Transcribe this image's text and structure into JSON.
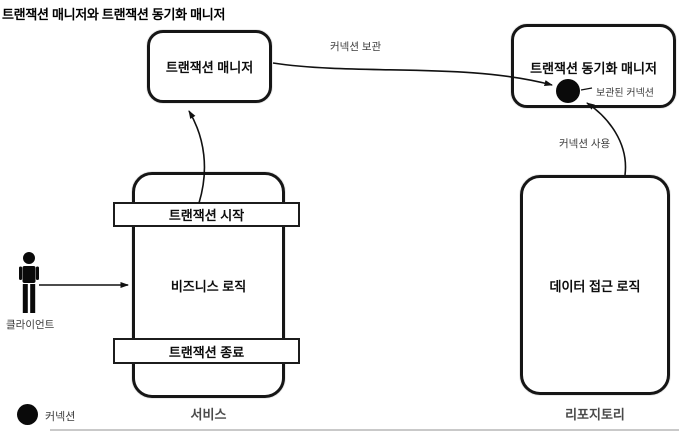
{
  "title": "트랜잭션 매니저와 트랜잭션 동기화 매니저",
  "colors": {
    "ink": "#111111",
    "annotation": "#3d3d3d",
    "caption": "#4a4a4a",
    "background": "#ffffff"
  },
  "nodes": {
    "tx_manager": {
      "label": "트랜잭션 매니저"
    },
    "sync_manager": {
      "label": "트랜잭션 동기화 매니저",
      "stored_connection_label": "보관된 커넥션"
    },
    "service": {
      "caption": "서비스",
      "start_bar": "트랜잭션 시작",
      "end_bar": "트랜잭션 종료",
      "body": "비즈니스 로직"
    },
    "repository": {
      "caption": "리포지토리",
      "body": "데이터 접근 로직"
    },
    "client": {
      "label": "클라이언트"
    }
  },
  "edges": {
    "store_connection": {
      "label": "커넥션 보관"
    },
    "use_connection": {
      "label": "커넥션 사용"
    }
  },
  "legend": {
    "connection_label": "커넥션"
  }
}
